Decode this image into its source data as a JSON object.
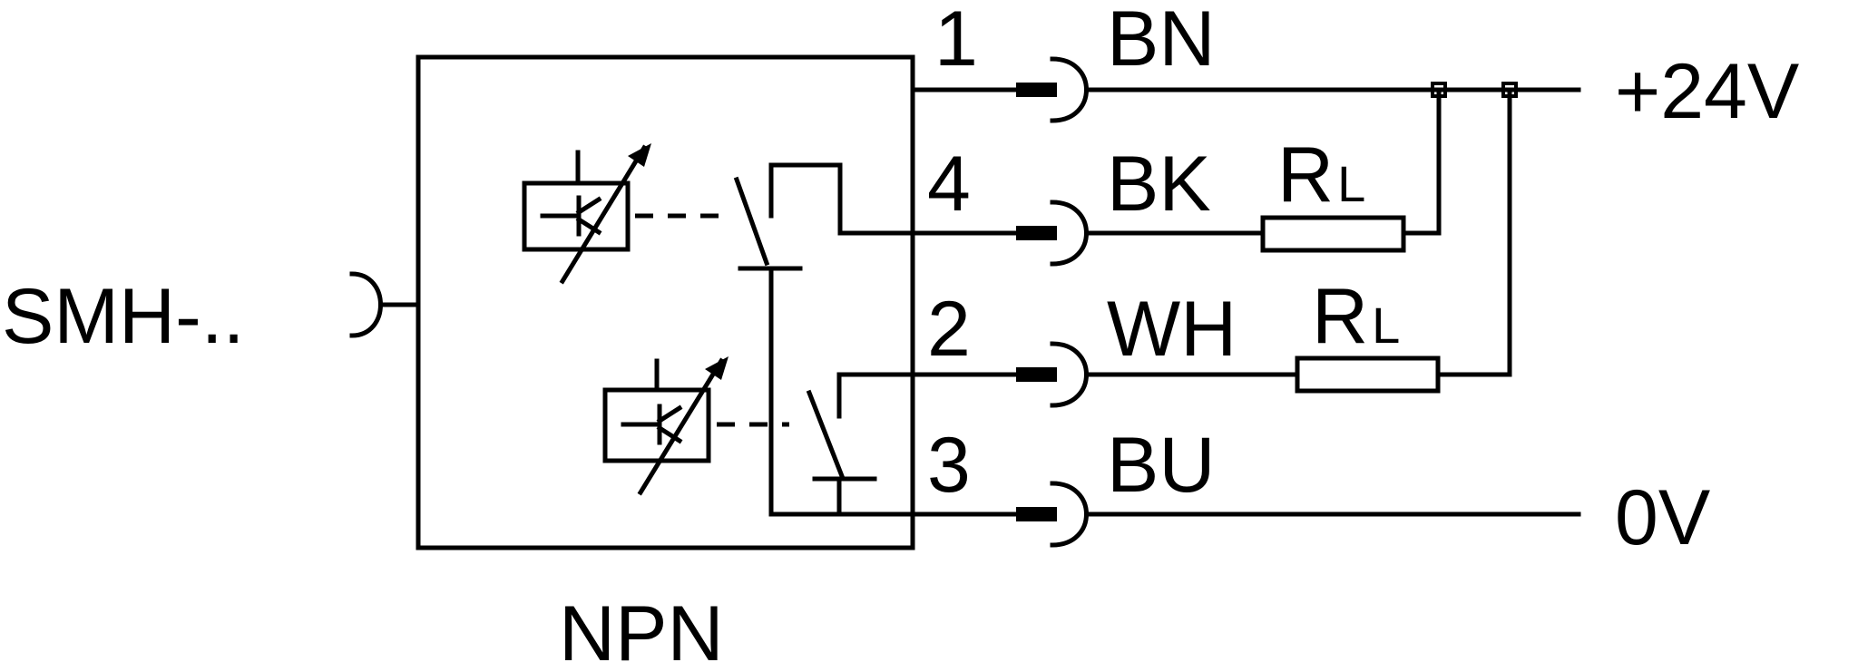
{
  "diagram": {
    "input_label": "SMH-..",
    "output_type": "NPN",
    "pins": [
      {
        "number": "1",
        "color": "BN"
      },
      {
        "number": "4",
        "color": "BK"
      },
      {
        "number": "2",
        "color": "WH"
      },
      {
        "number": "3",
        "color": "BU"
      }
    ],
    "load": {
      "main": "R",
      "sub": "L"
    },
    "supply_positive": "+24V",
    "supply_ground": "0V"
  }
}
